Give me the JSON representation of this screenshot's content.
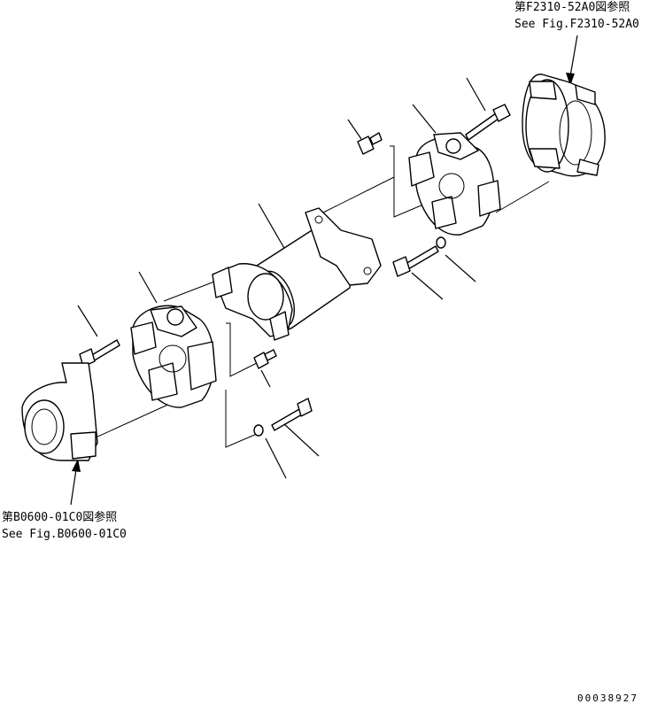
{
  "references": {
    "top_right": {
      "line1": "第F2310-52A0図参照",
      "line2": "See Fig.F2310-52A0"
    },
    "bottom_left": {
      "line1": "第B0600-01C0図参照",
      "line2": "See Fig.B0600-01C0"
    }
  },
  "drawing_number": "00038927"
}
